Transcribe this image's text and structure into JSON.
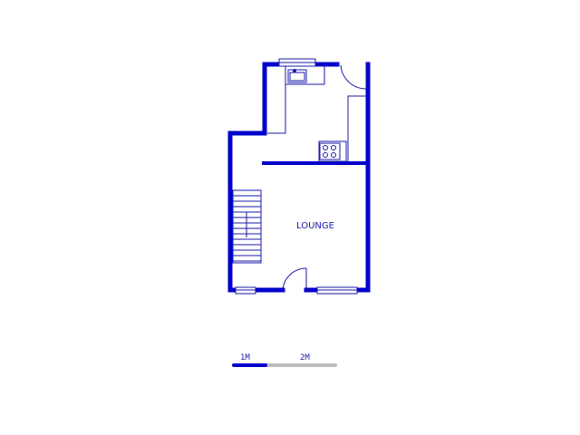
{
  "rooms": {
    "lounge": "LOUNGE"
  },
  "scale_bar": {
    "label_1": "1M",
    "label_2": "2M"
  },
  "colors": {
    "wall": "#0000cc",
    "fixture": "#1a1aaa",
    "scale_gray": "#bbbbbb"
  }
}
